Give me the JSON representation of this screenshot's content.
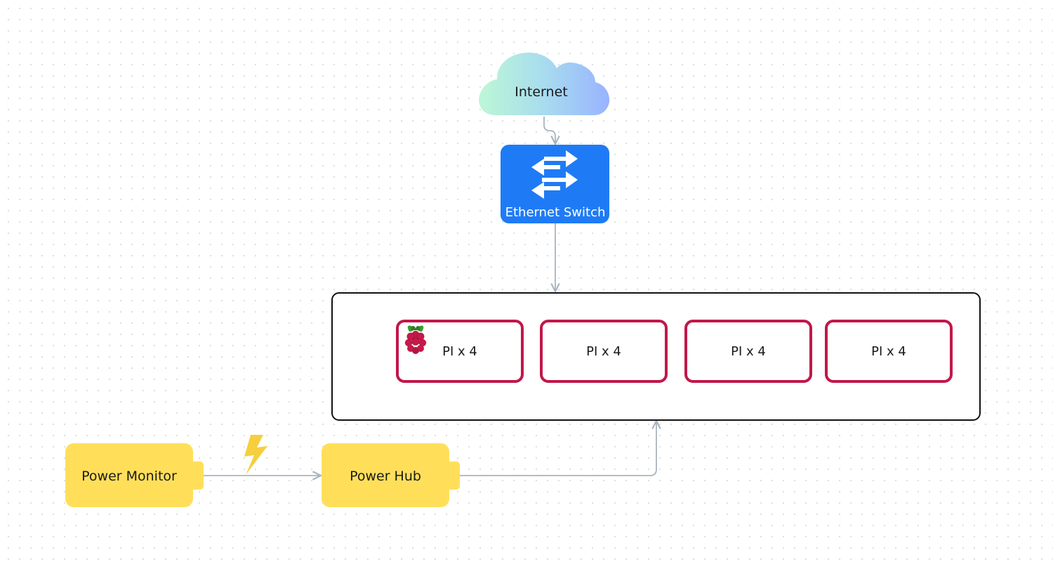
{
  "nodes": {
    "internet": {
      "label": "Internet"
    },
    "switch": {
      "label": "Ethernet Switch"
    },
    "pi_groups": [
      {
        "label": "PI x 4"
      },
      {
        "label": "PI x 4"
      },
      {
        "label": "PI x 4"
      },
      {
        "label": "PI x 4"
      }
    ],
    "power_monitor": {
      "label": "Power Monitor"
    },
    "power_hub": {
      "label": "Power Hub"
    }
  },
  "colors": {
    "switch": "#1f7bf5",
    "pi_border": "#c0184a",
    "battery": "#ffdf5a",
    "connector": "#a9b4bf",
    "bolt": "#f6cf3f",
    "cloud_left": "#b6f5d8",
    "cloud_right": "#98b6ff"
  },
  "icons": {
    "switch": "switch-arrows-icon",
    "pi": "raspberry-pi-icon",
    "power": "lightning-bolt-icon",
    "internet": "cloud-icon"
  }
}
